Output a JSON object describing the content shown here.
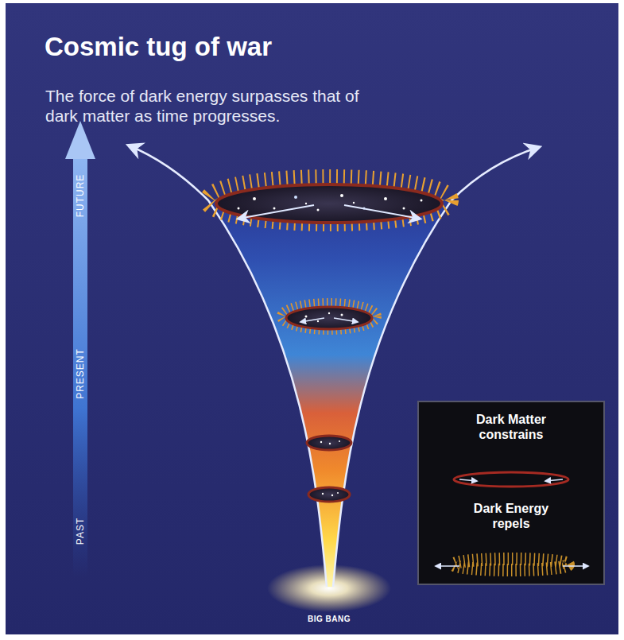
{
  "diagram": {
    "title": "Cosmic tug of war",
    "caption": "The force of dark energy surpasses that of dark matter as time progresses.",
    "labels": [
      "FUTURE",
      "PRESENT",
      "PAST",
      "BIG BANG"
    ],
    "legend": [
      {
        "text": "Dark Matter constrains"
      },
      {
        "text": "Dark Energy repels"
      }
    ]
  }
}
